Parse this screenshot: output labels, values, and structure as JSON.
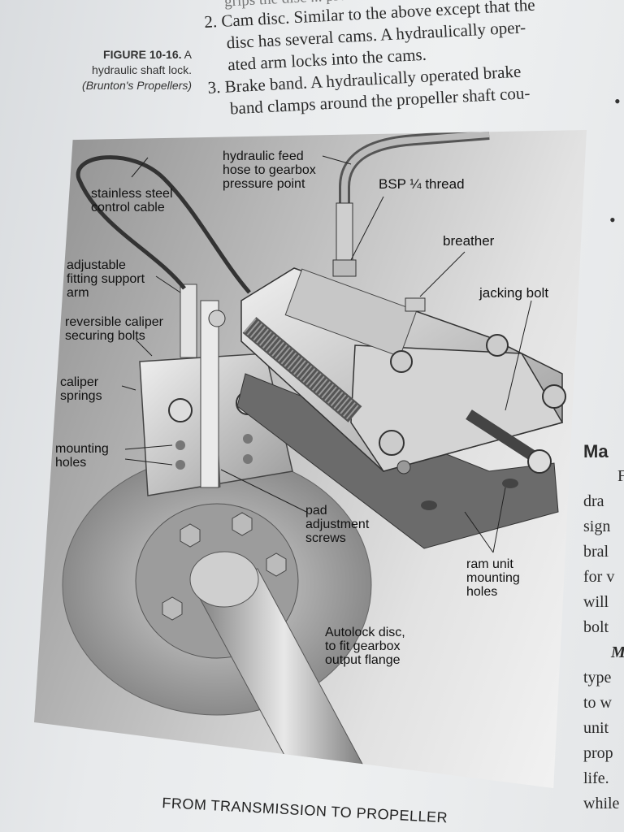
{
  "caption": {
    "figure_number": "FIGURE 10-16.",
    "text": "A hydraulic shaft lock.",
    "source": "(Brunton's Propellers)"
  },
  "list": {
    "top_fragment": "grips the disc ... protection",
    "item2_line1": "2. Cam disc. Similar to the above except that the",
    "item2_line2": "disc has several cams. A hydraulically oper-",
    "item2_line3": "ated arm locks into the cams.",
    "item3_line1": "3. Brake band. A hydraulically operated brake",
    "item3_line2": "band clamps around the propeller shaft cou-"
  },
  "figure_labels": {
    "stainless_steel_control_cable": "stainless steel\ncontrol cable",
    "hydraulic_feed_hose": "hydraulic feed\nhose to gearbox\npressure point",
    "bsp_thread": "BSP ¼ thread",
    "breather": "breather",
    "jacking_bolt": "jacking bolt",
    "adjustable_fitting_support_arm": "adjustable\nfitting support\narm",
    "reversible_caliper_securing_bolts": "reversible caliper\nsecuring bolts",
    "caliper_springs": "caliper\nsprings",
    "mounting_holes": "mounting\nholes",
    "pad_adjustment_screws": "pad\nadjustment\nscrews",
    "ram_unit_mounting_holes": "ram unit\nmounting\nholes",
    "autolock_disc": "Autolock disc,\nto fit gearbox\noutput flange"
  },
  "right_column": {
    "heading": "Ma",
    "lines": [
      "F",
      "dra",
      "sign",
      "bral",
      "for v",
      "will",
      "bolt",
      "M",
      "type",
      "to w",
      "unit",
      "prop",
      "life.",
      "while"
    ]
  },
  "footer": "FROM TRANSMISSION TO PROPELLER"
}
